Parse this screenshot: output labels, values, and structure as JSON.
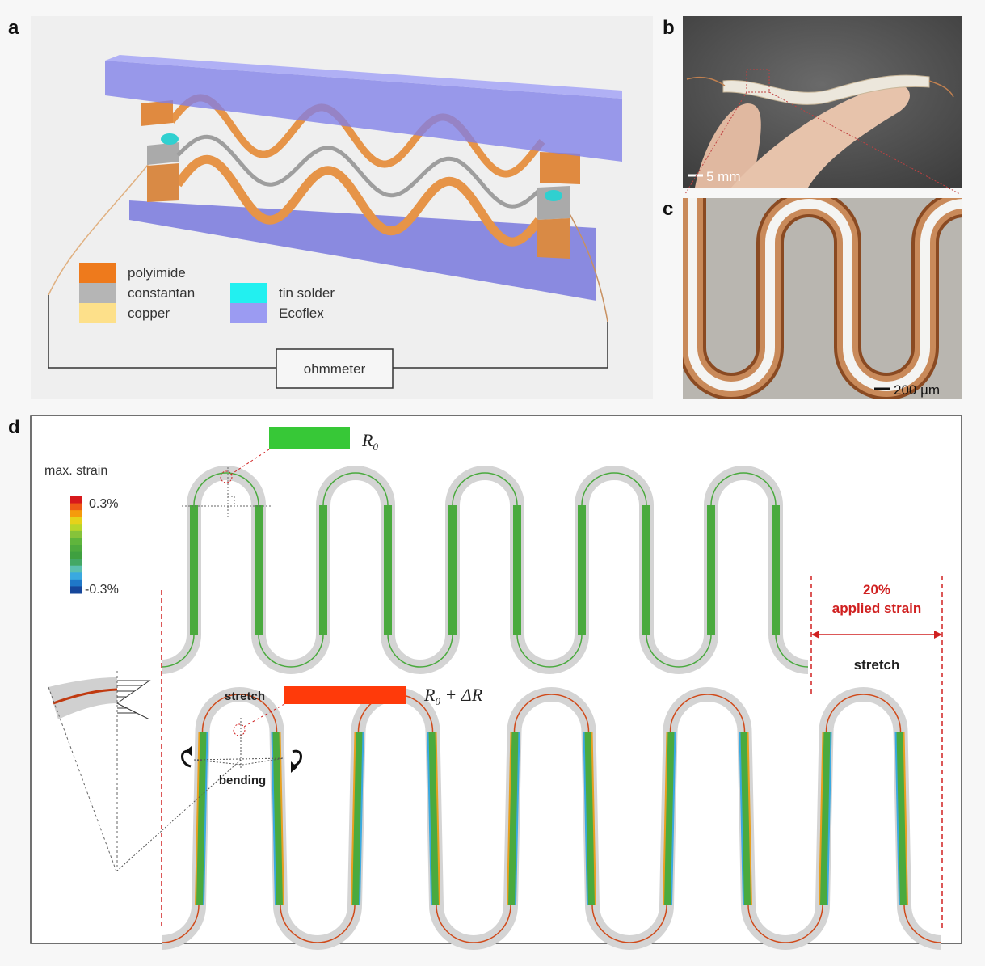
{
  "panels": {
    "a": "a",
    "b": "b",
    "c": "c",
    "d": "d"
  },
  "panel_a": {
    "legend": [
      {
        "label": "polyimide",
        "color": "#ee7a1c"
      },
      {
        "label": "constantan",
        "color": "#b5b5b5"
      },
      {
        "label": "copper",
        "color": "#fde08a"
      },
      {
        "label": "tin solder",
        "color": "#22f0f0"
      },
      {
        "label": "Ecoflex",
        "color": "#9b9bf2"
      }
    ],
    "ohmmeter": "ohmmeter"
  },
  "panel_b": {
    "scale_bar": "5 mm"
  },
  "panel_c": {
    "scale_bar": "200 µm"
  },
  "panel_d": {
    "colorbar_title": "max. strain",
    "colorbar_max": "0.3%",
    "colorbar_min": "-0.3%",
    "colorbar_colors": [
      "#d7191c",
      "#ee5a16",
      "#f59b0c",
      "#e6d21a",
      "#b8d62a",
      "#86c33a",
      "#5fb53c",
      "#4daa3e",
      "#3fa040",
      "#43a865",
      "#5bc0b0",
      "#3aa9e0",
      "#1f78c8",
      "#16479b"
    ],
    "r0_symbol": "R",
    "r0_sub": "0",
    "r0_dr_suffix": " + ΔR",
    "stretch_label_bottom": "stretch",
    "bending_label": "bending",
    "applied_strain_value": "20%",
    "applied_strain_label": "applied strain",
    "stretch_label_right": "stretch",
    "colors": {
      "unstrained": "#37c837",
      "strained": "#ff3a0a",
      "guide": "#d02020"
    }
  }
}
